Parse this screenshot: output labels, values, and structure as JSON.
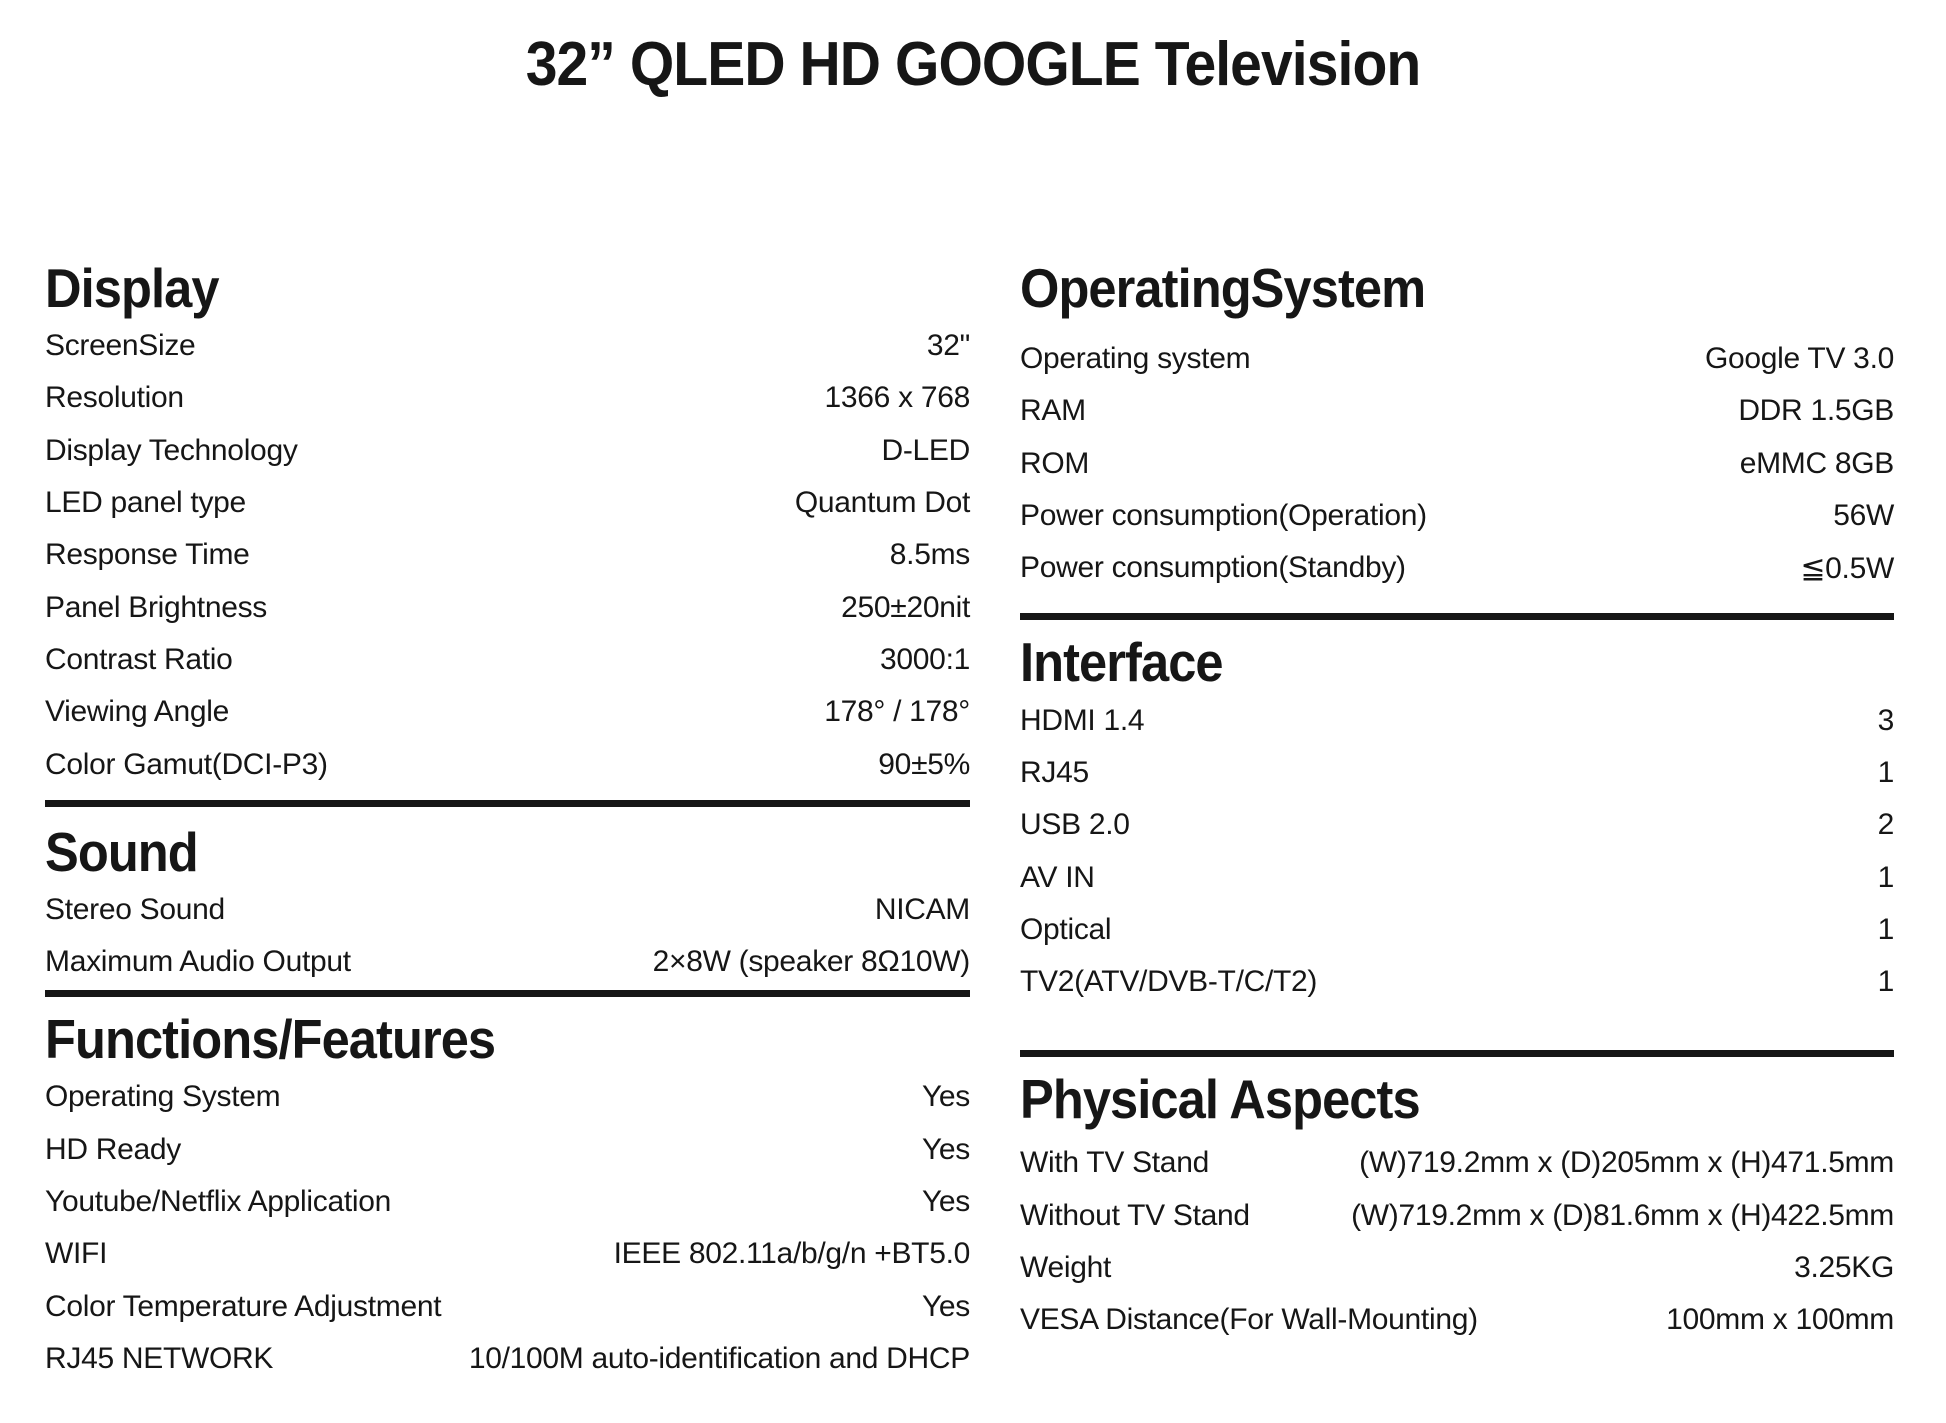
{
  "title": "32” QLED HD GOOGLE Television",
  "colors": {
    "text": "#161616",
    "rule": "#161616",
    "background": "#ffffff"
  },
  "sections": {
    "display": {
      "heading": "Display",
      "rows": [
        {
          "label": "ScreenSize",
          "value": "32\""
        },
        {
          "label": "Resolution",
          "value": "1366 x 768"
        },
        {
          "label": "Display Technology",
          "value": "D-LED"
        },
        {
          "label": "LED panel type",
          "value": "Quantum Dot"
        },
        {
          "label": "Response Time",
          "value": "8.5ms"
        },
        {
          "label": "Panel Brightness",
          "value": "250±20nit"
        },
        {
          "label": "Contrast Ratio",
          "value": "3000:1"
        },
        {
          "label": "Viewing Angle",
          "value": "178° / 178°"
        },
        {
          "label": "Color Gamut(DCI-P3)",
          "value": "90±5%"
        }
      ]
    },
    "sound": {
      "heading": "Sound",
      "rows": [
        {
          "label": "Stereo Sound",
          "value": "NICAM"
        },
        {
          "label": "Maximum Audio Output",
          "value": "2×8W (speaker 8Ω10W)"
        }
      ]
    },
    "functions": {
      "heading": "Functions/Features",
      "rows": [
        {
          "label": "Operating System",
          "value": "Yes"
        },
        {
          "label": "HD Ready",
          "value": "Yes"
        },
        {
          "label": "Youtube/Netflix Application",
          "value": "Yes"
        },
        {
          "label": "WIFI",
          "value": "IEEE 802.11a/b/g/n +BT5.0"
        },
        {
          "label": "Color Temperature Adjustment",
          "value": "Yes"
        },
        {
          "label": "RJ45 NETWORK",
          "value": "10/100M auto-identification and DHCP"
        }
      ]
    },
    "operating_system": {
      "heading": "OperatingSystem",
      "rows": [
        {
          "label": "Operating system",
          "value": "Google TV 3.0"
        },
        {
          "label": "RAM",
          "value": "DDR 1.5GB"
        },
        {
          "label": "ROM",
          "value": "eMMC 8GB"
        },
        {
          "label": "Power consumption(Operation)",
          "value": "56W"
        },
        {
          "label": "Power consumption(Standby)",
          "value": "≦0.5W"
        }
      ]
    },
    "interface": {
      "heading": "Interface",
      "rows": [
        {
          "label": "HDMI 1.4",
          "value": "3"
        },
        {
          "label": "RJ45",
          "value": "1"
        },
        {
          "label": "USB 2.0",
          "value": "2"
        },
        {
          "label": "AV IN",
          "value": "1"
        },
        {
          "label": "Optical",
          "value": "1"
        },
        {
          "label": "TV2(ATV/DVB-T/C/T2)",
          "value": "1"
        }
      ]
    },
    "physical": {
      "heading": "Physical Aspects",
      "rows": [
        {
          "label": "With TV Stand",
          "value": "(W)719.2mm x (D)205mm x (H)471.5mm"
        },
        {
          "label": "Without TV Stand",
          "value": "(W)719.2mm x (D)81.6mm x (H)422.5mm"
        },
        {
          "label": "Weight",
          "value": "3.25KG"
        },
        {
          "label": "VESA Distance(For Wall-Mounting)",
          "value": "100mm x 100mm"
        }
      ]
    }
  }
}
